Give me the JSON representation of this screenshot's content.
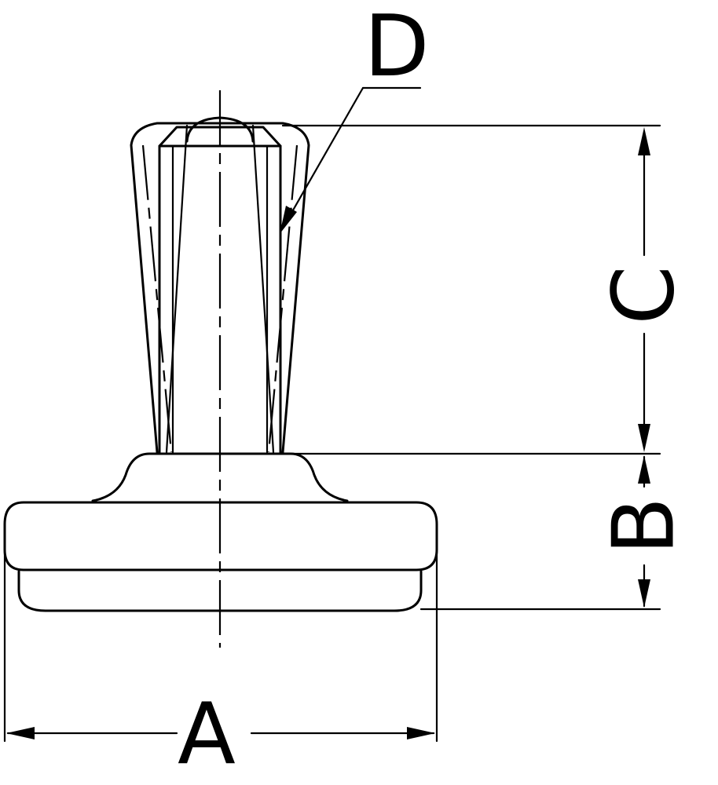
{
  "drawing": {
    "labels": {
      "a": "A",
      "b": "B",
      "c": "C",
      "d": "D"
    },
    "line_color": "#000000",
    "background": "#ffffff"
  }
}
